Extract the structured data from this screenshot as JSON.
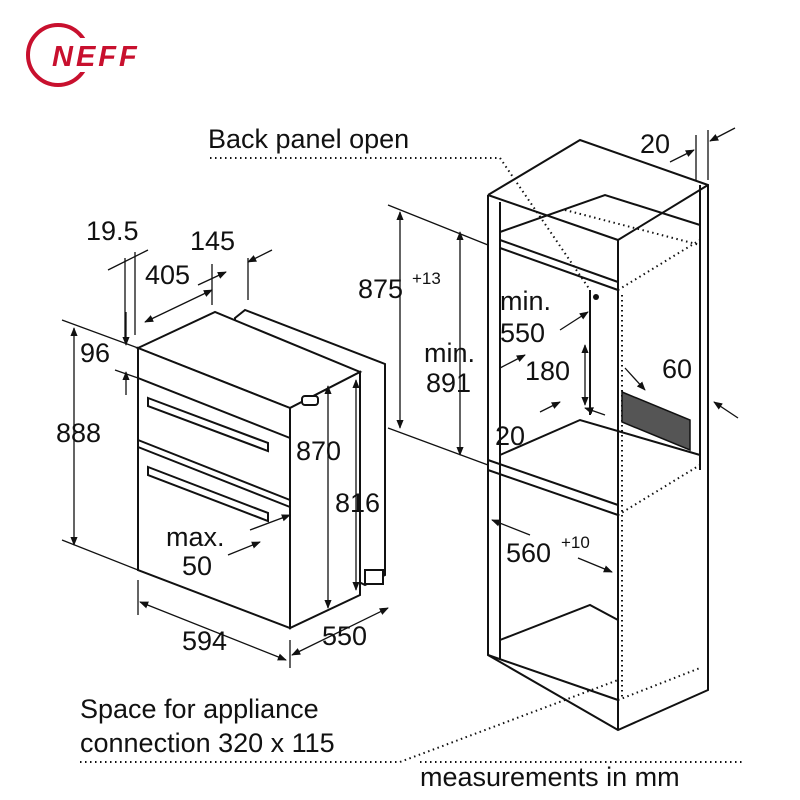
{
  "brand": {
    "name": "NEFF",
    "color": "#c8102e"
  },
  "notes": {
    "back_panel": "Back panel open",
    "space_line1": "Space for appliance",
    "space_line2": "connection 320 x 115",
    "units": "measurements in mm"
  },
  "appliance_dims": {
    "d_19_5": "19.5",
    "d_145": "145",
    "d_405": "405",
    "d_96": "96",
    "d_888": "888",
    "d_870": "870",
    "d_816": "816",
    "max_line1": "max.",
    "max_line2": "50",
    "d_594": "594",
    "d_550": "550"
  },
  "cabinet_dims": {
    "d_20_top": "20",
    "d_875": "875",
    "d_875_sup": "+13",
    "min_891_line1": "min.",
    "min_891_line2": "891",
    "min_550_line1": "min.",
    "min_550_line2": "550",
    "d_180": "180",
    "d_60": "60",
    "d_20_left": "20",
    "d_560": "560",
    "d_560_sup": "+10"
  }
}
